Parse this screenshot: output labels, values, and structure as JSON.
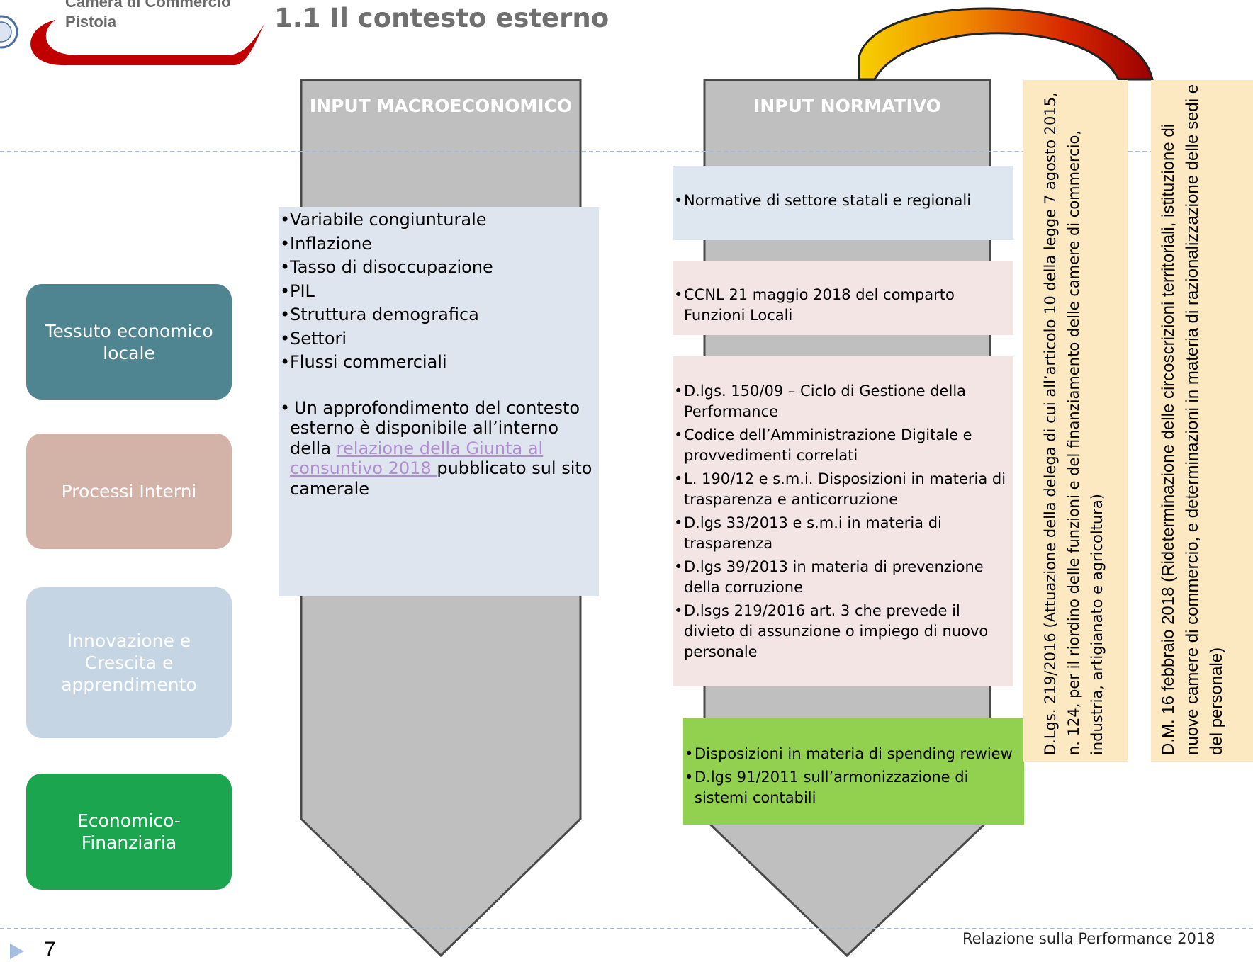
{
  "header": {
    "org_line1": "Camera di Commercio",
    "org_line2": "Pistoia",
    "title": "1.1 Il contesto esterno"
  },
  "sidebar": {
    "items": [
      {
        "label": "Tessuto economico locale",
        "color": "#4f8491"
      },
      {
        "label": "Processi Interni",
        "color": "#d3b2a8"
      },
      {
        "label": "Innovazione e Crescita e apprendimento",
        "color": "#c5d5e3"
      },
      {
        "label": "Economico-Finanziaria",
        "color": "#1aa54e"
      }
    ]
  },
  "macro": {
    "title": "INPUT MACROECONOMICO",
    "items": [
      "Variabile congiunturale",
      "Inflazione",
      "Tasso di disoccupazione",
      "PIL",
      "Struttura demografica",
      "Settori",
      "Flussi commerciali"
    ],
    "note_prefix": "Un approfondimento del contesto esterno è disponibile all’interno della ",
    "note_link": "relazione della Giunta al consuntivo 2018 ",
    "note_suffix": "pubblicato sul sito camerale"
  },
  "normativo": {
    "title": "INPUT NORMATIVO",
    "box1": [
      "Normative di settore statali e regionali"
    ],
    "box2": [
      "CCNL 21 maggio 2018 del comparto Funzioni Locali"
    ],
    "box3": [
      "D.lgs. 150/09 – Ciclo di Gestione della Performance",
      "Codice dell’Amministrazione Digitale e provvedimenti correlati",
      "L. 190/12 e s.m.i. Disposizioni in materia di trasparenza e anticorruzione",
      "D.lgs 33/2013 e s.m.i in materia di trasparenza",
      "D.lgs 39/2013 in materia di prevenzione della corruzione",
      "D.lsgs 219/2016 art. 3 che prevede il divieto di assunzione o impiego di nuovo personale"
    ],
    "box4": [
      "Disposizioni in materia di spending rewiew",
      "D.lgs 91/2011 sull’armonizzazione di sistemi contabili"
    ]
  },
  "vertical": {
    "text1": "D.Lgs. 219/2016 (Attuazione della delega di cui all’articolo 10 della legge 7 agosto 2015, n. 124, per il riordino delle funzioni e del finanziamento delle camere di commercio, industria, artigianato e agricoltura)",
    "text2": "D.M. 16 febbraio 2018 (Rideterminazione delle circoscrizioni territoriali, istituzione di nuove camere di commercio, e determinazioni in materia di razionalizzazione delle sedi e del personale)"
  },
  "footer": {
    "page_number": "7",
    "report_title": "Relazione sulla Performance 2018"
  },
  "colors": {
    "arrow_fill": "#bfbfbf",
    "macro_box": "#dee5ee",
    "norm_box_blue": "#dee7ef",
    "norm_box_pink": "#f2e5e3",
    "norm_box_green": "#92d050",
    "vertical_box": "#fde9c1"
  }
}
